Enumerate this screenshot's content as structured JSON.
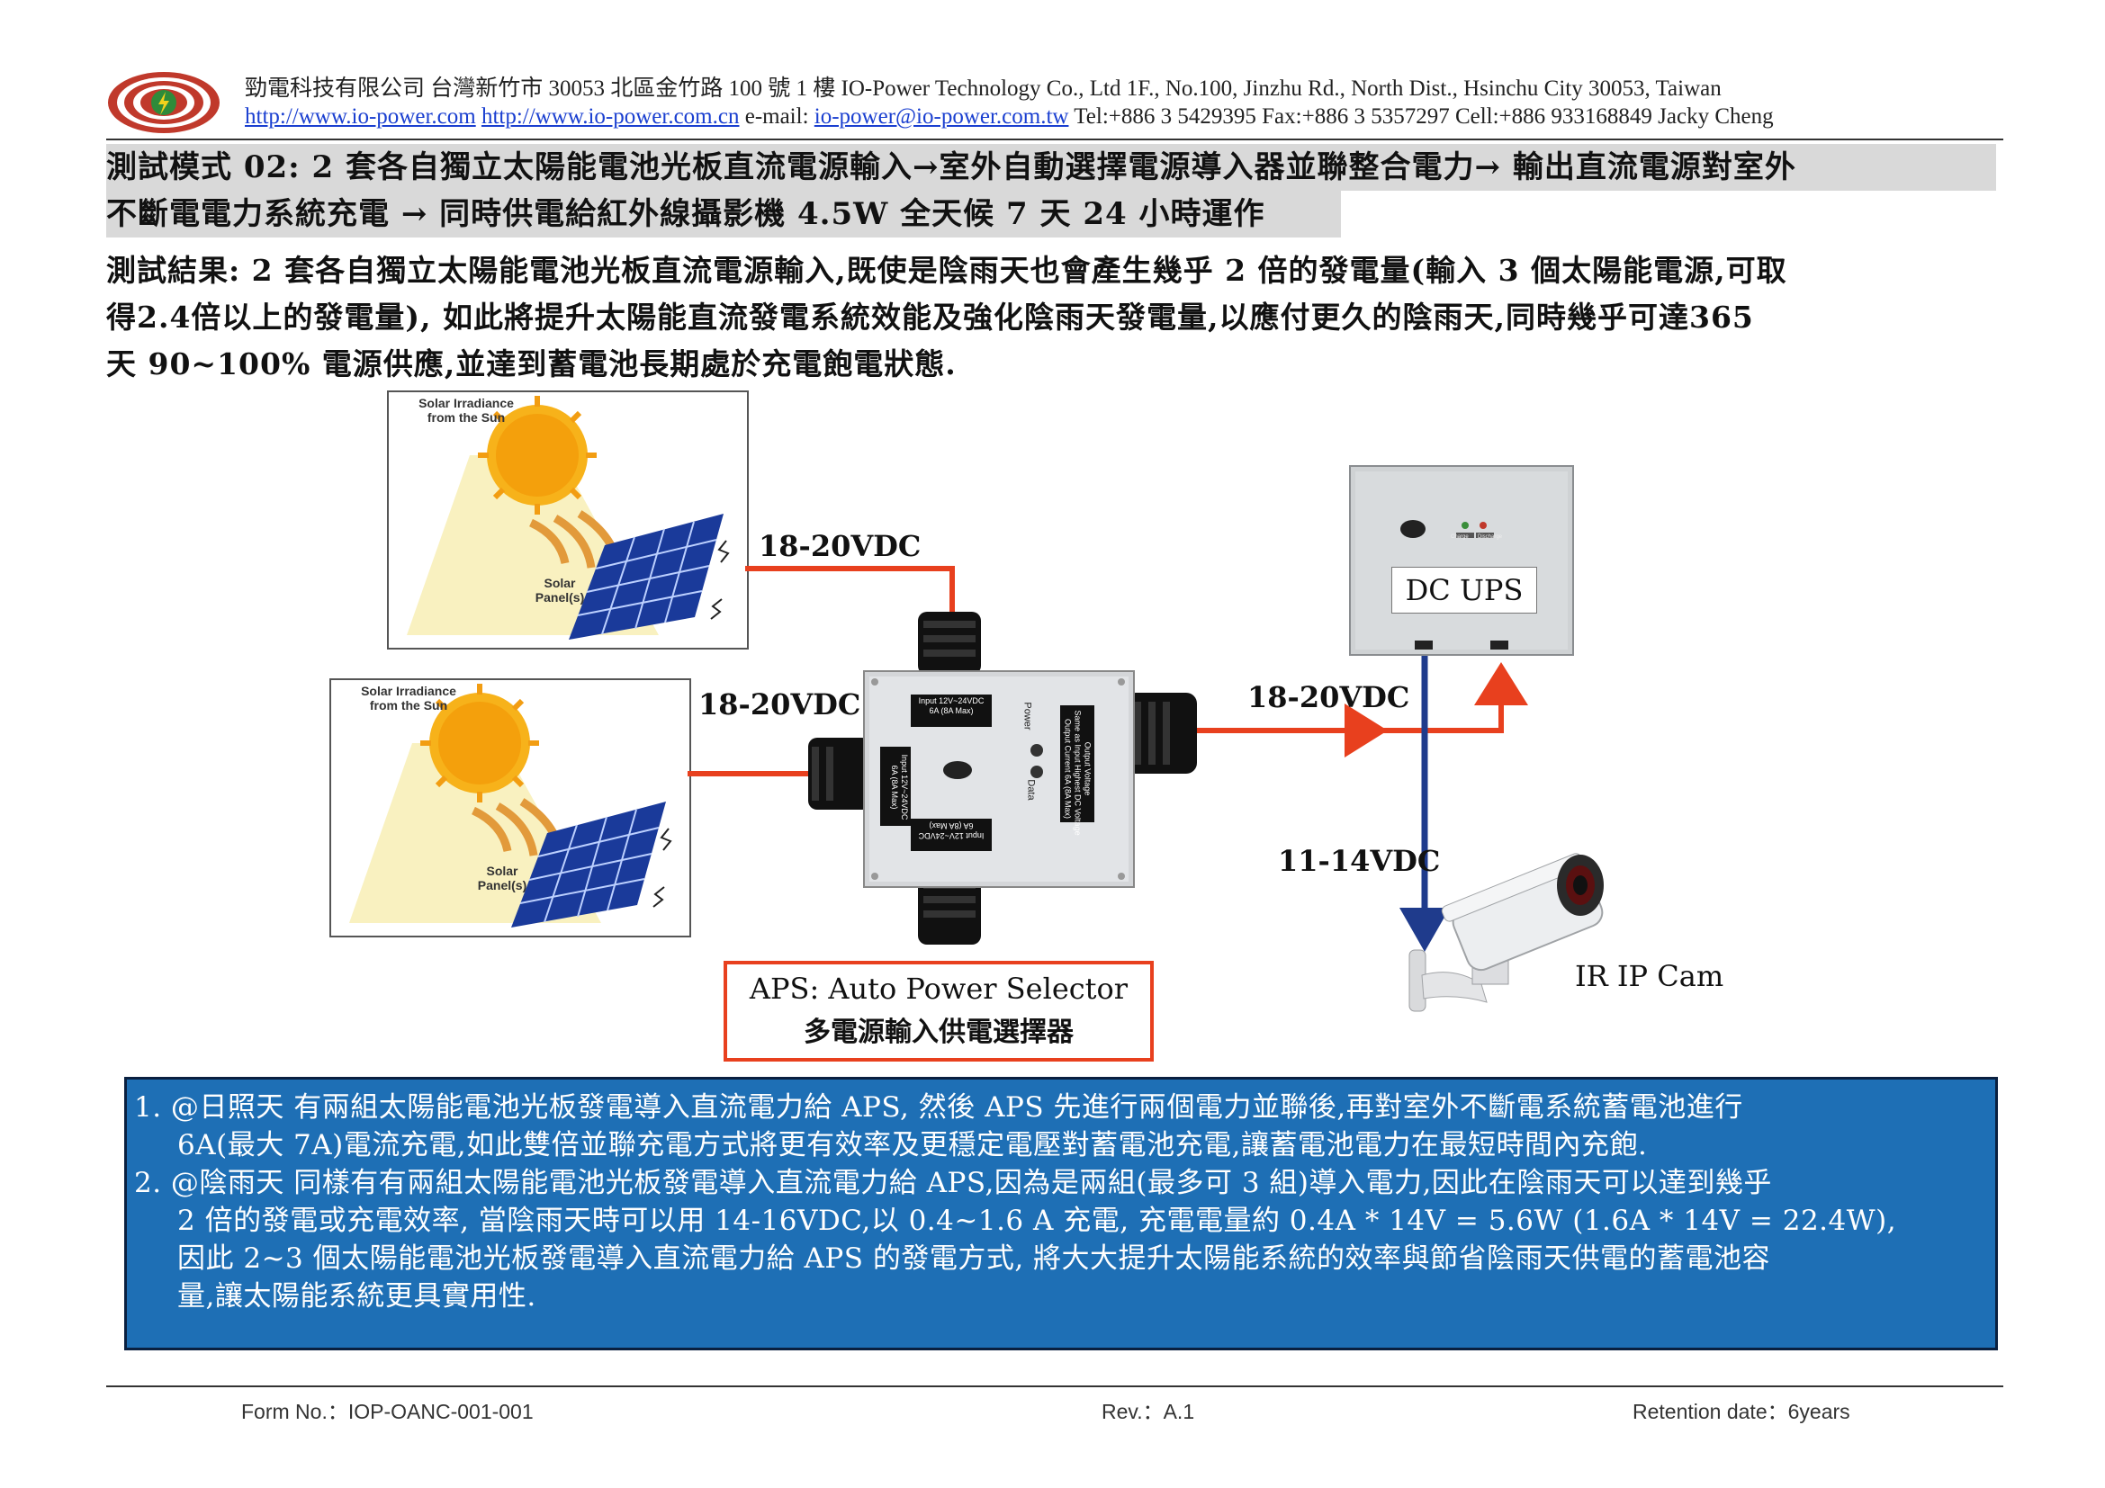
{
  "header": {
    "company_line": "勁電科技有限公司  台灣新竹市 30053 北區金竹路 100 號 1 樓 IO-Power Technology Co., Ltd    1F., No.100, Jinzhu Rd., North Dist., Hsinchu City 30053, Taiwan",
    "link1": "http://www.io-power.com",
    "link2": "http://www.io-power.com.cn",
    "email_label": "e-mail:",
    "email": "io-power@io-power.com.tw",
    "contact": "Tel:+886 3 5429395 Fax:+886 3 5357297 Cell:+886 933168849 Jacky Cheng"
  },
  "test_mode": {
    "line1": "測試模式 02: 2 套各自獨立太陽能電池光板直流電源輸入→室外自動選擇電源導入器並聯整合電力→ 輸出直流電源對室外",
    "line2": "不斷電電力系統充電 → 同時供電給紅外線攝影機 4.5W 全天候 7 天 24 小時運作"
  },
  "test_result": {
    "line1": "測試結果: 2 套各自獨立太陽能電池光板直流電源輸入,既使是陰雨天也會產生幾乎 2 倍的發電量(輸入 3 個太陽能電源,可取",
    "line2": "得2.4倍以上的發電量), 如此將提升太陽能直流發電系統效能及強化陰雨天發電量,以應付更久的陰雨天,同時幾乎可達365",
    "line3": "天 90~100% 電源供應,並達到蓄電池長期處於充電飽電狀態."
  },
  "diagram": {
    "solar_irradiance": "Solar Irradiance\nfrom the Sun",
    "solar_panel": "Solar\nPanel(s)",
    "volt_panel1": "18-20VDC",
    "volt_panel2": "18-20VDC",
    "volt_out": "18-20VDC",
    "volt_cam": "11-14VDC",
    "ups_label": "DC UPS",
    "camera_label": "IR IP Cam",
    "aps_line1": "APS: Auto Power Selector",
    "aps_line2": "多電源輸入供電選擇器",
    "aps_input_top": "Input 12V~24VDC\n6A (8A Max)",
    "aps_input_left": "Input 12V~24VDC\n6A (8A Max)",
    "aps_input_bottom": "Input 12V~24VDC\n6A (8A Max)",
    "aps_output": "Output Voltage\nSame as Input Highest DC Voltage\nOutput Current 6A (8A Max)",
    "aps_power": "Power",
    "aps_data": "Data",
    "ups_charge": "Charge",
    "ups_discharge": "Discharge"
  },
  "notes": [
    "1. @日照天 有兩組太陽能電池光板發電導入直流電力給 APS, 然後 APS 先進行兩個電力並聯後,再對室外不斷電系統蓄電池進行",
    "6A(最大 7A)電流充電,如此雙倍並聯充電方式將更有效率及更穩定電壓對蓄電池充電,讓蓄電池電力在最短時間內充飽.",
    "2. @陰雨天 同樣有有兩組太陽能電池光板發電導入直流電力給 APS,因為是兩組(最多可 3 組)導入電力,因此在陰雨天可以達到幾乎",
    "2 倍的發電或充電效率, 當陰雨天時可以用 14-16VDC,以 0.4~1.6 A 充電, 充電電量約 0.4A * 14V = 5.6W (1.6A * 14V = 22.4W),",
    "因此 2~3 個太陽能電池光板發電導入直流電力給 APS 的發電方式, 將大大提升太陽能系統的效率與節省陰雨天供電的蓄電池容",
    "量,讓太陽能系統更具實用性."
  ],
  "footer": {
    "form_no": "Form No.：IOP-OANC-001-001",
    "rev": "Rev.：A.1",
    "retention": "Retention date：6years"
  },
  "colors": {
    "wire": "#e8401e",
    "camera_wire": "#1f3b8c",
    "notes_bg": "#1e6fb5"
  }
}
